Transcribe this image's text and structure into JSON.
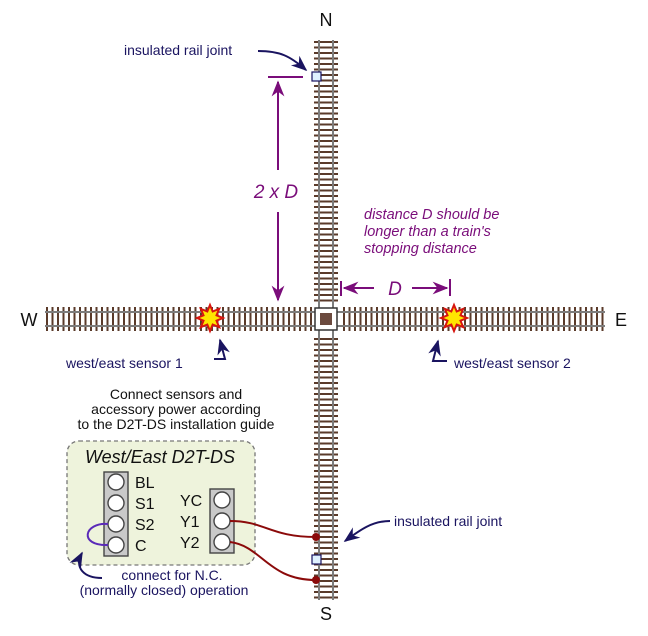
{
  "compass": {
    "north": "N",
    "south": "S",
    "west": "W",
    "east": "E"
  },
  "labels": {
    "insulated_joint_top": "insulated rail joint",
    "insulated_joint_bottom": "insulated rail joint",
    "two_d": "2 x D",
    "d": "D",
    "distance_note": [
      "distance D should be",
      "longer than a train's",
      "stopping distance"
    ],
    "sensor1": "west/east sensor 1",
    "sensor2": "west/east sensor 2",
    "connect_note": [
      "Connect sensors and",
      "accessory power according",
      "to the D2T-DS installation guide"
    ],
    "nc_note": [
      "connect for N.C.",
      "(normally closed) operation"
    ]
  },
  "module": {
    "title": "West/East D2T-DS",
    "left_terminals": [
      "BL",
      "S1",
      "S2",
      "C"
    ],
    "right_terminals": [
      "YC",
      "Y1",
      "Y2"
    ]
  },
  "colors": {
    "tie": "#5a3a2a",
    "rail": "#7d7d7d",
    "annotation": "#7a0d7a",
    "label_navy": "#1a1460",
    "module_bg": "#eef3dc",
    "wire": "#8b0a0a",
    "jumper": "#5a2ab8",
    "sensor": "#ffe600"
  }
}
